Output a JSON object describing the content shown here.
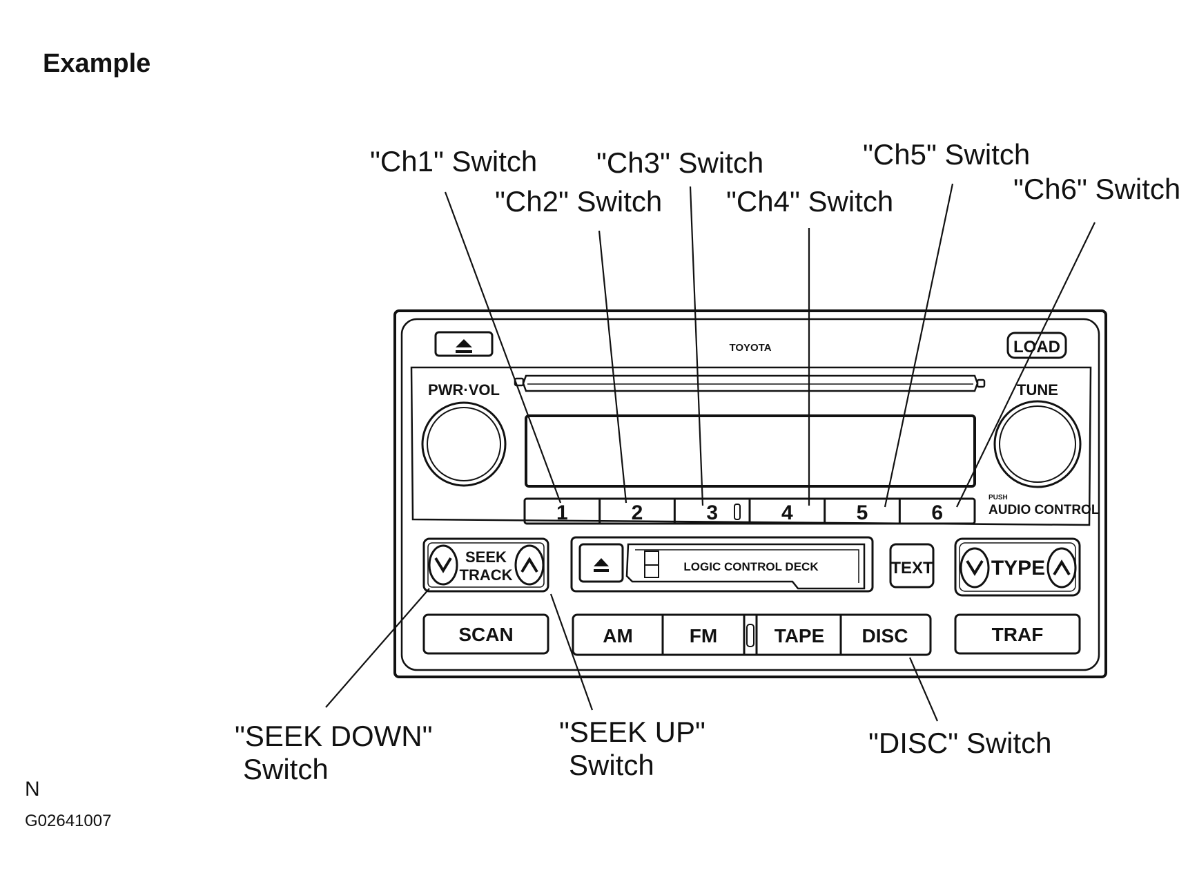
{
  "heading": "Example",
  "figure_code": "G02641007",
  "corner_letter": "N",
  "callouts": {
    "ch1": "\"Ch1\" Switch",
    "ch2": "\"Ch2\" Switch",
    "ch3": "\"Ch3\" Switch",
    "ch4": "\"Ch4\" Switch",
    "ch5": "\"Ch5\" Switch",
    "ch6": "\"Ch6\" Switch",
    "seek_down_line1": "\"SEEK DOWN\"",
    "seek_down_line2": "Switch",
    "seek_up_line1": "\"SEEK UP\"",
    "seek_up_line2": "Switch",
    "disc": "\"DISC\" Switch"
  },
  "radio": {
    "brand": "TOYOTA",
    "load": "LOAD",
    "pwr_vol": "PWR·VOL",
    "tune": "TUNE",
    "push": "PUSH",
    "audio_control": "AUDIO CONTROL",
    "presets": [
      "1",
      "2",
      "3",
      "4",
      "5",
      "6"
    ],
    "seek_line1": "SEEK",
    "seek_line2": "TRACK",
    "deck_label": "LOGIC CONTROL DECK",
    "text_btn": "TEXT",
    "type_btn": "TYPE",
    "scan": "SCAN",
    "am": "AM",
    "fm": "FM",
    "tape": "TAPE",
    "disc": "DISC",
    "traf": "TRAF"
  },
  "icons": [
    "eject-icon",
    "chevron-down-icon",
    "chevron-up-icon"
  ],
  "colors": {
    "ink": "#111111",
    "paper": "#ffffff"
  }
}
